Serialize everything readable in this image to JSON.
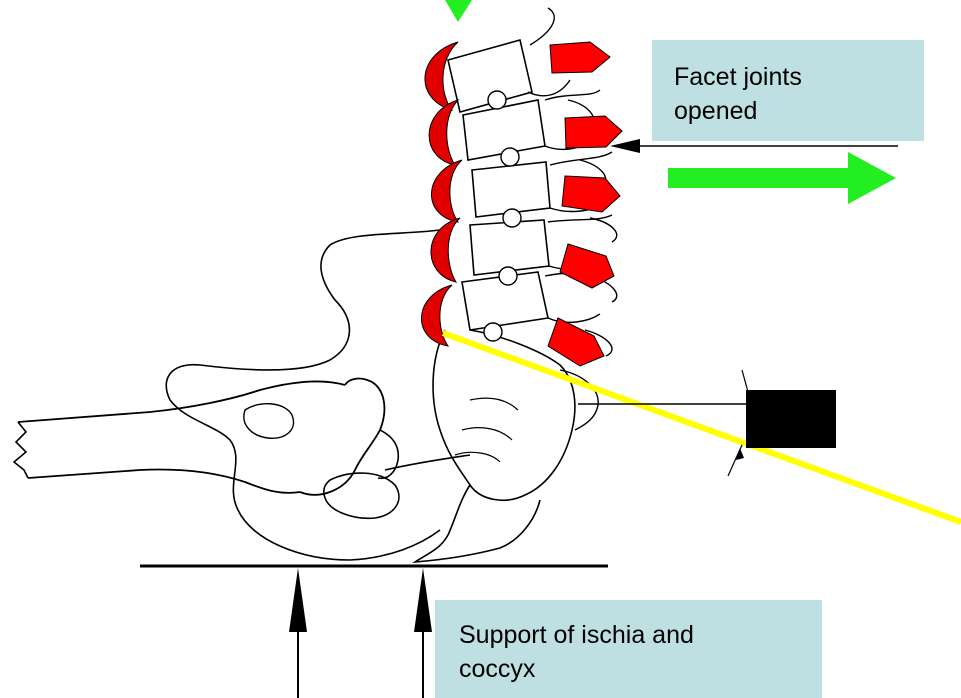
{
  "labels": {
    "facet_line1": "Facet joints",
    "facet_line2": "opened",
    "support_line1": "Support of ischia and",
    "support_line2": "coccyx"
  },
  "colors": {
    "callout_fill": "#bfe0e2",
    "facet_wedge": "#ff0000",
    "disc_crescent": "#e00000",
    "motion_arrow": "#22ee22",
    "reference_line": "#ffff00",
    "ink": "#000000"
  }
}
